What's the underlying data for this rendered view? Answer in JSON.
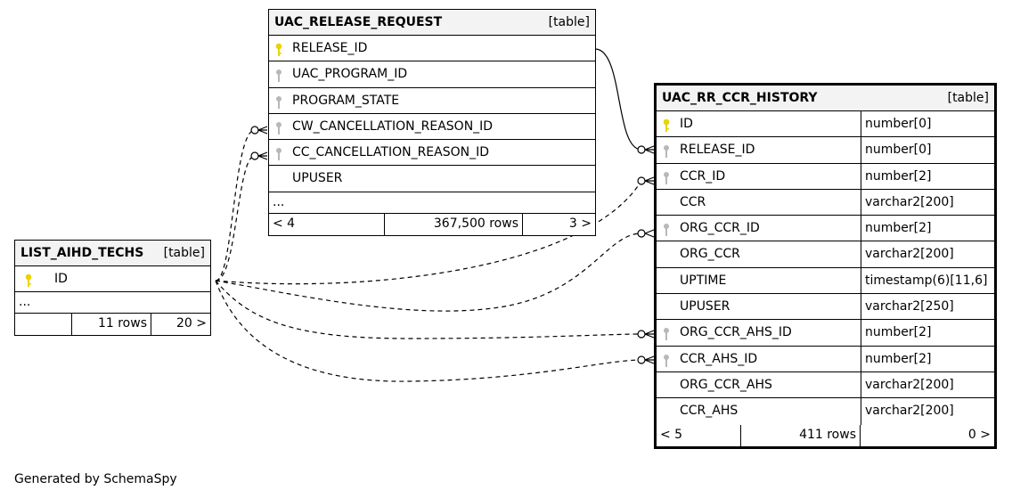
{
  "tables": {
    "uac_release_request": {
      "name": "UAC_RELEASE_REQUEST",
      "kind": "[table]",
      "columns": [
        "RELEASE_ID",
        "UAC_PROGRAM_ID",
        "PROGRAM_STATE",
        "CW_CANCELLATION_REASON_ID",
        "CC_CANCELLATION_REASON_ID",
        "UPUSER"
      ],
      "more": "...",
      "footer": {
        "prev": "< 4",
        "rows": "367,500 rows",
        "next": "3 >"
      }
    },
    "list_aihd_techs": {
      "name": "LIST_AIHD_TECHS",
      "kind": "[table]",
      "columns": [
        "ID"
      ],
      "more": "...",
      "footer": {
        "prev": "",
        "rows": "11 rows",
        "next": "20 >"
      }
    },
    "uac_rr_ccr_history": {
      "name": "UAC_RR_CCR_HISTORY",
      "kind": "[table]",
      "columns": [
        {
          "name": "ID",
          "type": "number[0]"
        },
        {
          "name": "RELEASE_ID",
          "type": "number[0]"
        },
        {
          "name": "CCR_ID",
          "type": "number[2]"
        },
        {
          "name": "CCR",
          "type": "varchar2[200]"
        },
        {
          "name": "ORG_CCR_ID",
          "type": "number[2]"
        },
        {
          "name": "ORG_CCR",
          "type": "varchar2[200]"
        },
        {
          "name": "UPTIME",
          "type": "timestamp(6)[11,6]"
        },
        {
          "name": "UPUSER",
          "type": "varchar2[250]"
        },
        {
          "name": "ORG_CCR_AHS_ID",
          "type": "number[2]"
        },
        {
          "name": "CCR_AHS_ID",
          "type": "number[2]"
        },
        {
          "name": "ORG_CCR_AHS",
          "type": "varchar2[200]"
        },
        {
          "name": "CCR_AHS",
          "type": "varchar2[200]"
        }
      ],
      "footer": {
        "prev": "< 5",
        "rows": "411 rows",
        "next": "0 >"
      }
    }
  },
  "footer_text": "Generated by SchemaSpy",
  "colors": {
    "primary_key": "#e8d400",
    "foreign_key": "#b8b8b8",
    "header_bg": "#f3f3f3"
  }
}
